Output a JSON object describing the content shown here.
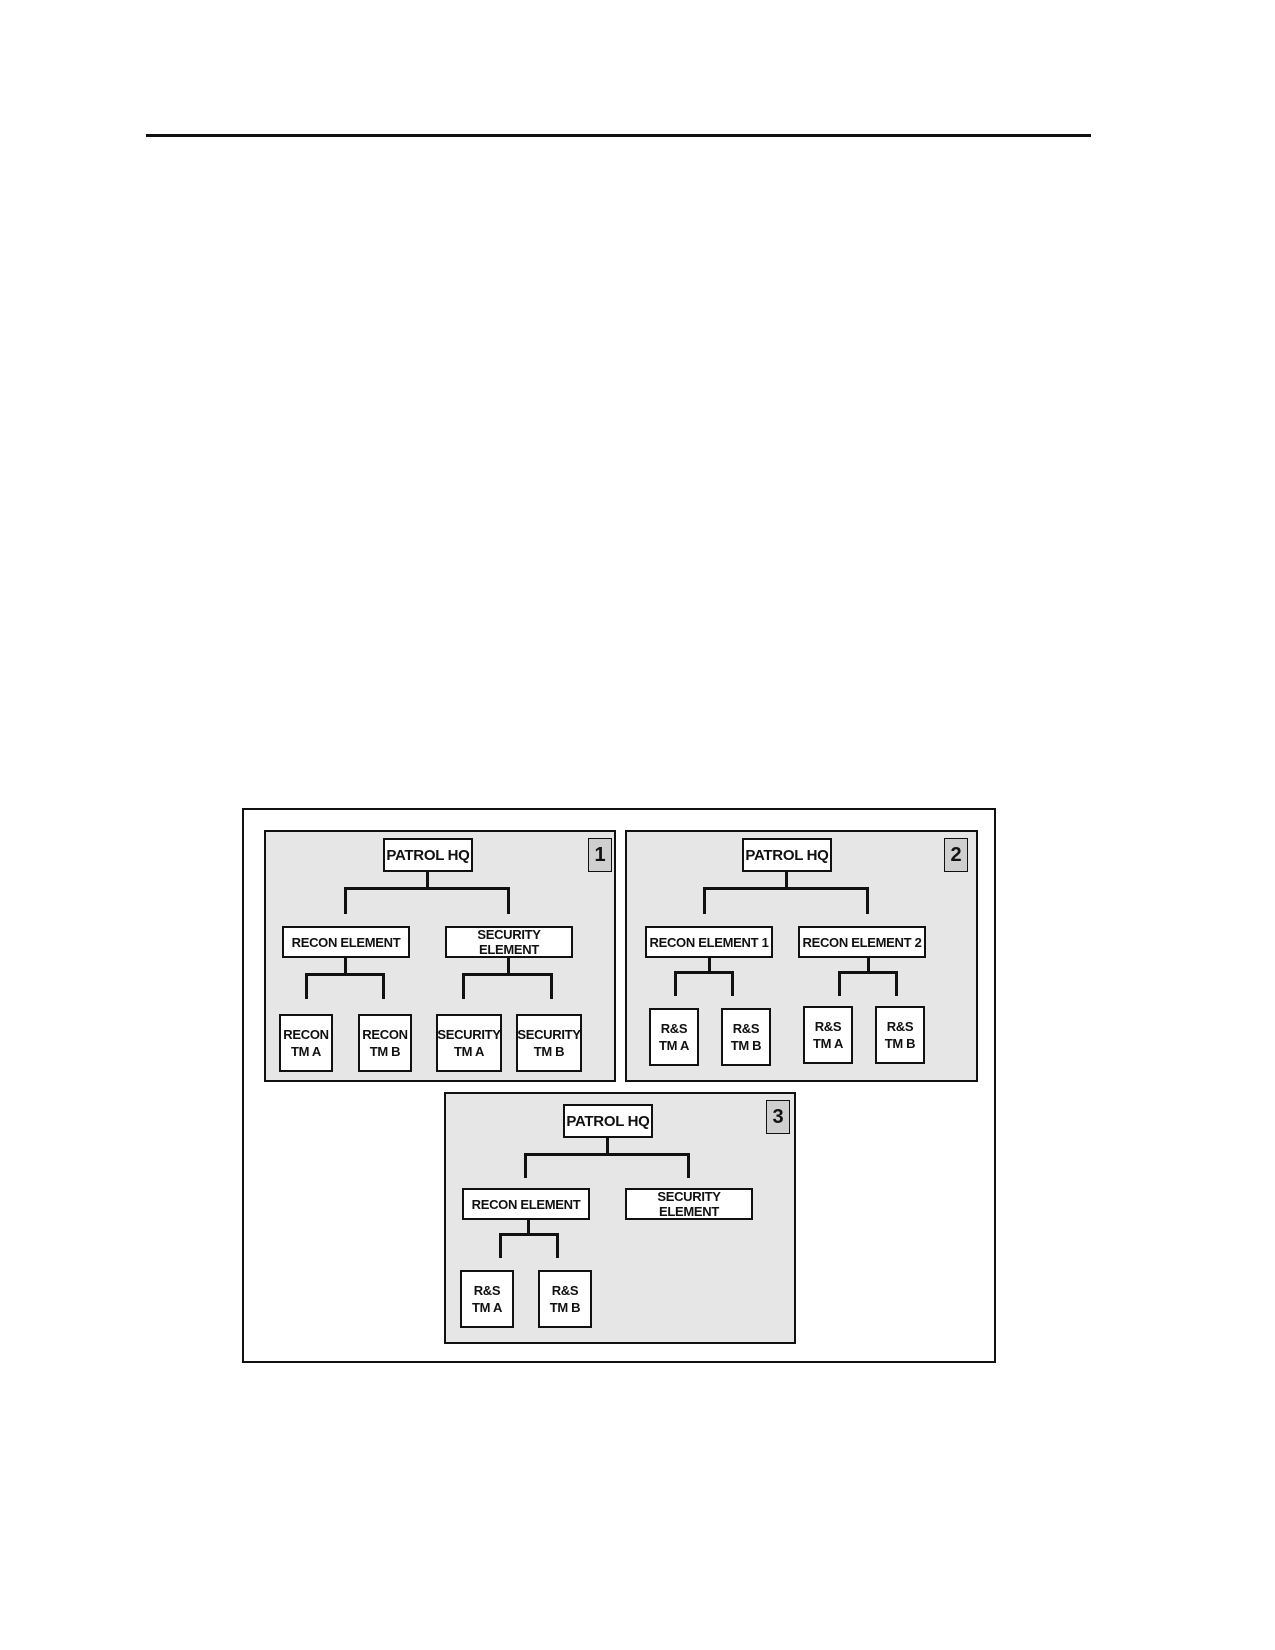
{
  "figure": {
    "panels": [
      {
        "number": "1",
        "hq": "PATROL HQ",
        "elements": [
          "RECON ELEMENT",
          "SECURITY ELEMENT"
        ],
        "teams": [
          "RECON\nTM A",
          "RECON\nTM B",
          "SECURITY\nTM A",
          "SECURITY\nTM B"
        ]
      },
      {
        "number": "2",
        "hq": "PATROL HQ",
        "elements": [
          "RECON ELEMENT 1",
          "RECON ELEMENT 2"
        ],
        "teams": [
          "R&S\nTM A",
          "R&S\nTM B",
          "R&S\nTM A",
          "R&S\nTM B"
        ]
      },
      {
        "number": "3",
        "hq": "PATROL HQ",
        "elements": [
          "RECON ELEMENT",
          "SECURITY ELEMENT"
        ],
        "teams": [
          "R&S\nTM A",
          "R&S\nTM B"
        ]
      }
    ]
  }
}
